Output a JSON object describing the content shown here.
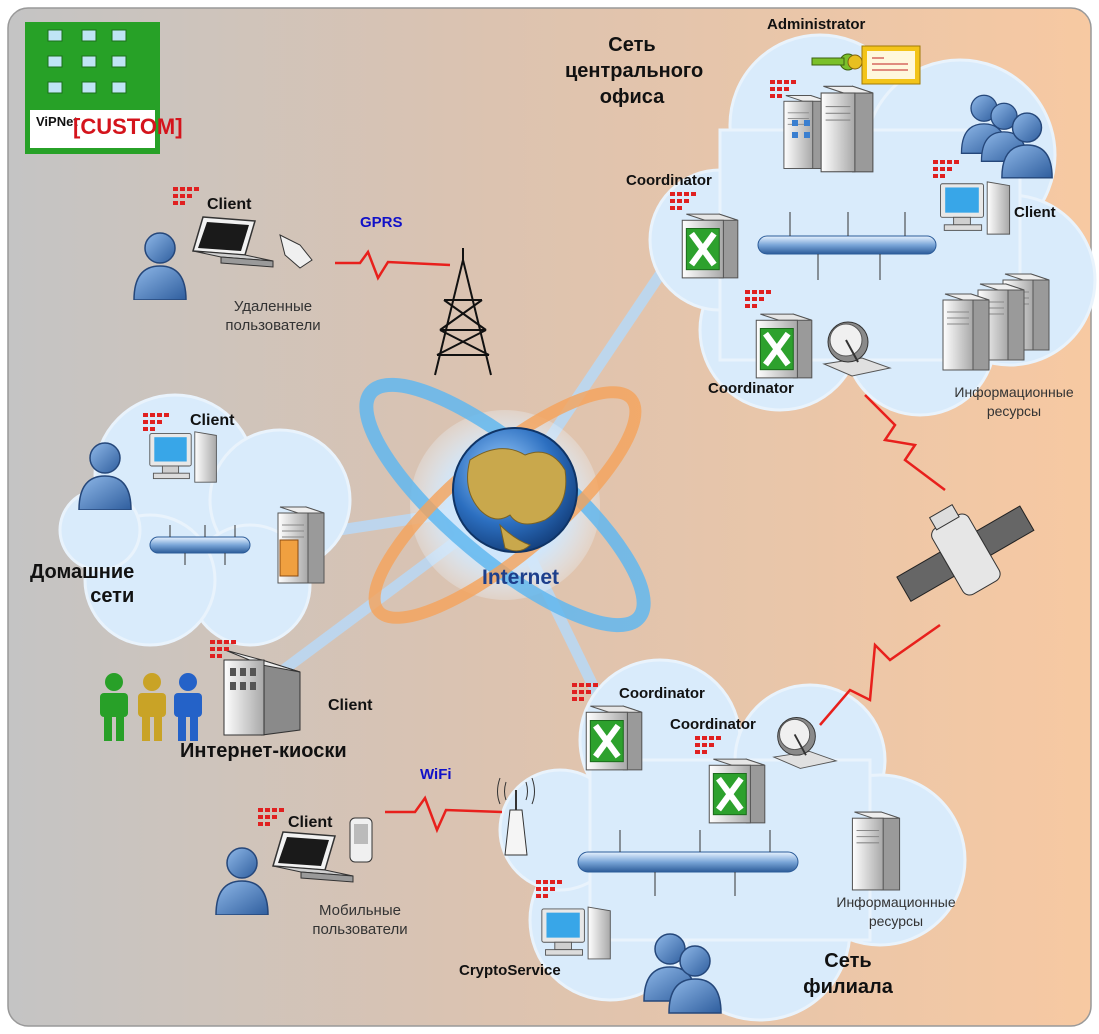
{
  "logo": {
    "brand": "ViPNet",
    "product": "[CUSTOM]"
  },
  "center": {
    "label": "Internet"
  },
  "remote_users": {
    "client": "Client",
    "link": "GPRS",
    "caption_line1": "Удаленные",
    "caption_line2": "пользователи"
  },
  "home": {
    "client": "Client",
    "title_line1": "Домашние",
    "title_line2": "сети"
  },
  "kiosk": {
    "client": "Client",
    "title": "Интернет-киоски"
  },
  "mobile": {
    "client": "Client",
    "link": "WiFi",
    "caption_line1": "Мобильные",
    "caption_line2": "пользователи"
  },
  "central_office": {
    "title_line1": "Сеть",
    "title_line2": "центрального",
    "title_line3": "офиса",
    "administrator": "Administrator",
    "coordinator_top": "Coordinator",
    "coordinator_bottom": "Coordinator",
    "client": "Client",
    "resources_line1": "Информационные",
    "resources_line2": "ресурсы"
  },
  "branch": {
    "title_line1": "Сеть",
    "title_line2": "филиала",
    "coordinator_1": "Coordinator",
    "coordinator_2": "Coordinator",
    "cryptoservice": "CryptoService",
    "resources_line1": "Информационные",
    "resources_line2": "ресурсы"
  },
  "colors": {
    "bg_left": "#c4c4c4",
    "bg_right": "#f7c9a2",
    "cloud": "#d9ebfb",
    "link": "#e8201c",
    "wire": "#bcd7f0",
    "shield": "#e02020"
  }
}
